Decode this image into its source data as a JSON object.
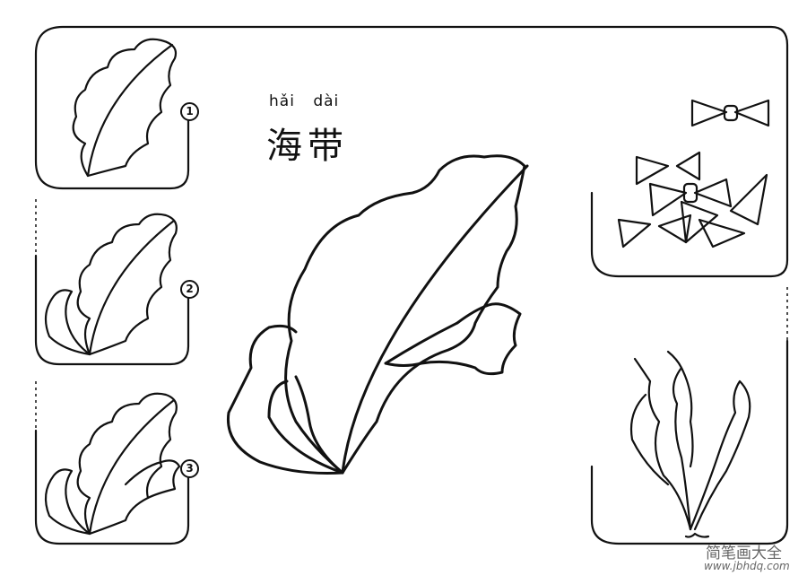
{
  "title": {
    "pinyin": "hǎi dài",
    "hanzi": "海带"
  },
  "steps": [
    {
      "number": "1"
    },
    {
      "number": "2"
    },
    {
      "number": "3"
    }
  ],
  "watermark": {
    "name": "简笔画大全",
    "url": "www.jbhdq.com"
  }
}
